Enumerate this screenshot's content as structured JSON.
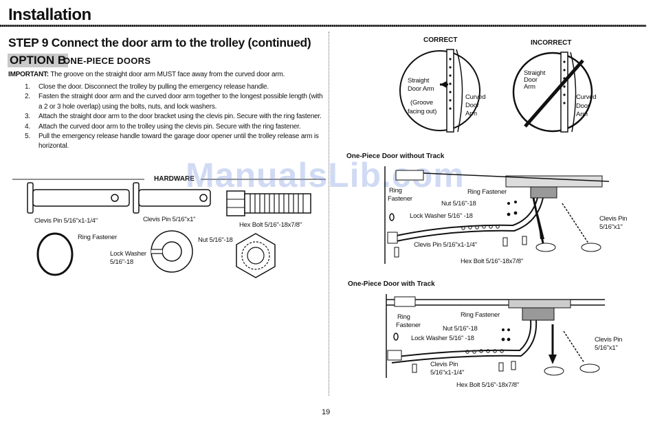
{
  "header": {
    "title": "Installation"
  },
  "step": {
    "title": "STEP 9 Connect the door arm to the trolley (continued)"
  },
  "option": {
    "tag": "OPTION B",
    "subtitle": "ONE-PIECE DOORS"
  },
  "important": {
    "label": "IMPORTANT:",
    "text": "The groove on the straight door arm MUST face away from the curved door arm."
  },
  "steps": [
    {
      "num": "1.",
      "text": "Close the door. Disconnect the trolley by pulling the emergency release handle."
    },
    {
      "num": "2.",
      "text": "Fasten the straight door arm and the curved door arm together to the longest possible length (with a 2 or 3 hole overlap) using the bolts, nuts, and lock washers."
    },
    {
      "num": "3.",
      "text": "Attach the straight door arm to the door bracket using the clevis pin. Secure with the ring fastener."
    },
    {
      "num": "4.",
      "text": "Attach the curved door arm to the trolley using the clevis pin. Secure with the ring fastener."
    },
    {
      "num": "5.",
      "text": "Pull the emergency release handle toward the garage door opener until the trolley release arm is horizontal."
    }
  ],
  "hardware": {
    "title": "HARDWARE",
    "clevis_long": "Clevis Pin 5/16\"x1-1/4\"",
    "clevis_short": "Clevis Pin 5/16\"x1\"",
    "hex_bolt": "Hex Bolt 5/16\"-18x7/8\"",
    "ring_fastener": "Ring Fastener",
    "nut": "Nut 5/16\"-18",
    "lock_washer_1": "Lock Washer",
    "lock_washer_2": "5/16\"-18"
  },
  "correct": {
    "title": "CORRECT",
    "straight_1": "Straight",
    "straight_2": "Door Arm",
    "groove_1": "(Groove",
    "groove_2": "facing out)",
    "curved_1": "Curved",
    "curved_2": "Door",
    "curved_3": "Arm"
  },
  "incorrect": {
    "title": "INCORRECT",
    "straight_1": "Straight",
    "straight_2": "Door",
    "straight_3": "Arm",
    "curved_1": "Curved",
    "curved_2": "Door",
    "curved_3": "Arm"
  },
  "no_track": {
    "title": "One-Piece Door without Track",
    "ring_1": "Ring",
    "ring_2": "Fastener",
    "ring_right": "Ring Fastener",
    "nut": "Nut 5/16\"-18",
    "lock_washer": "Lock Washer 5/16\" -18",
    "clevis_right_1": "Clevis Pin",
    "clevis_right_2": "5/16\"x1\"",
    "clevis_left": "Clevis Pin 5/16\"x1-1/4\"",
    "hex_bolt": "Hex Bolt 5/16\"-18x7/8\""
  },
  "with_track": {
    "title": "One-Piece Door with Track",
    "ring_1": "Ring",
    "ring_2": "Fastener",
    "ring_right": "Ring Fastener",
    "nut": "Nut 5/16\"-18",
    "lock_washer": "Lock Washer 5/16\" -18",
    "clevis_right_1": "Clevis Pin",
    "clevis_right_2": "5/16\"x1\"",
    "clevis_left_1": "Clevis Pin",
    "clevis_left_2": "5/16\"x1-1/4\"",
    "hex_bolt": "Hex Bolt 5/16\"-18x7/8\""
  },
  "page": {
    "number": "19"
  },
  "watermark": {
    "text": "ManualsLib.com"
  }
}
